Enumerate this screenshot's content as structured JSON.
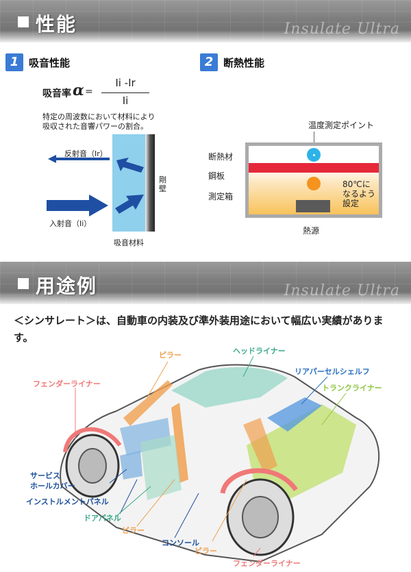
{
  "section1": {
    "title": "性能",
    "watermark": "Insulate Ultra"
  },
  "sub1": {
    "number": "1",
    "title": "吸音性能"
  },
  "sub2": {
    "number": "2",
    "title": "断熱性能"
  },
  "formula": {
    "label": "吸音率",
    "symbol": "α",
    "equals": "=",
    "numerator": "Ii -Ir",
    "denominator": "Ii"
  },
  "description": {
    "line1": "特定の周波数において材料により",
    "line2": "吸収された音響パワーの割合。"
  },
  "sound_diagram": {
    "reflected": "反射音（Ir）",
    "incident": "入射音（Ii）",
    "wall": "剛壁",
    "material": "吸音材料"
  },
  "heat_diagram": {
    "measure_point": "温度測定ポイント",
    "insulation": "断熱材",
    "steel_plate": "鋼板",
    "box": "測定箱",
    "setting_line1": "80℃に",
    "setting_line2": "なるよう",
    "setting_line3": "設定",
    "heat_source": "熱源"
  },
  "section2": {
    "title": "用途例",
    "watermark": "Insulate Ultra"
  },
  "intro_text": "＜シンサレート＞は、自動車の内装及び準外装用途において幅広い実績があります。",
  "car_labels": {
    "pillar_top": "ピラー",
    "headliner": "ヘッドライナー",
    "fender_liner_left": "フェンダーライナー",
    "rear_parcel_shelf": "リアパーセルシェルフ",
    "trunk_liner": "トランクライナー",
    "service_hole_line1": "サービス",
    "service_hole_line2": "ホールカバー",
    "instrument_panel": "インストルメントパネル",
    "door_panel": "ドアパネル",
    "pillar_mid": "ピラー",
    "console": "コンソール",
    "pillar_bottom": "ピラー",
    "fender_liner_bottom": "フェンダーライナー"
  },
  "colors": {
    "accent_blue": "#3a7bd5",
    "arrow_blue": "#1f4fa3",
    "pillar_orange": "#f0a050",
    "headliner_green": "#3aa88a",
    "fender_pink": "#f07878",
    "parcel_blue": "#2a6fc0",
    "trunk_green": "#8cc63f",
    "label_blue": "#1b4f9c"
  }
}
